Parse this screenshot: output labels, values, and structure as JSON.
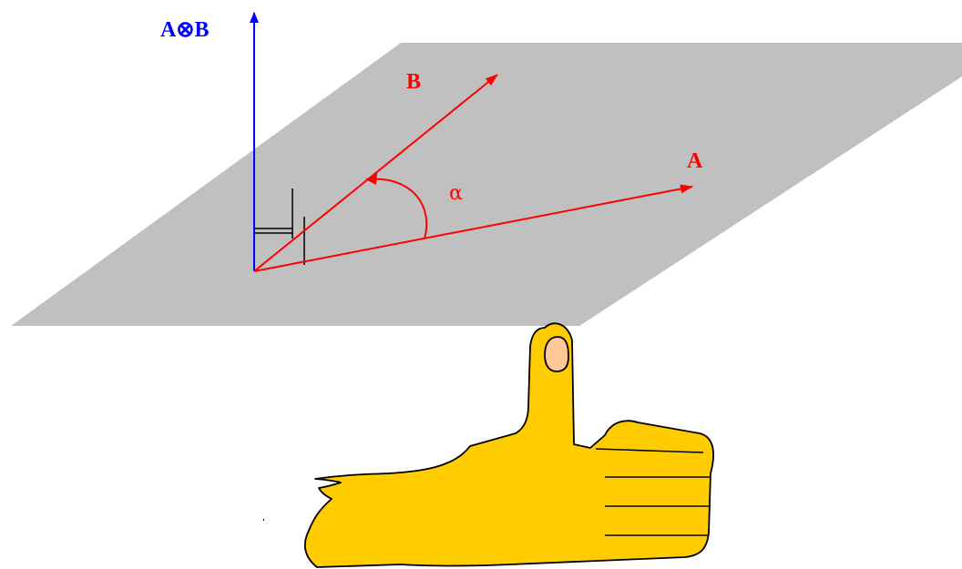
{
  "labels": {
    "cross_product": "A⊗B",
    "vector_a": "A",
    "vector_b": "B",
    "angle": "α"
  },
  "colors": {
    "plane": "#c0c0c0",
    "vector_red": "#ff0000",
    "cross_blue": "#0000ff",
    "hand_fill": "#ffcc00",
    "nail_fill": "#ffc896",
    "ink": "#000000",
    "background": "#ffffff"
  }
}
